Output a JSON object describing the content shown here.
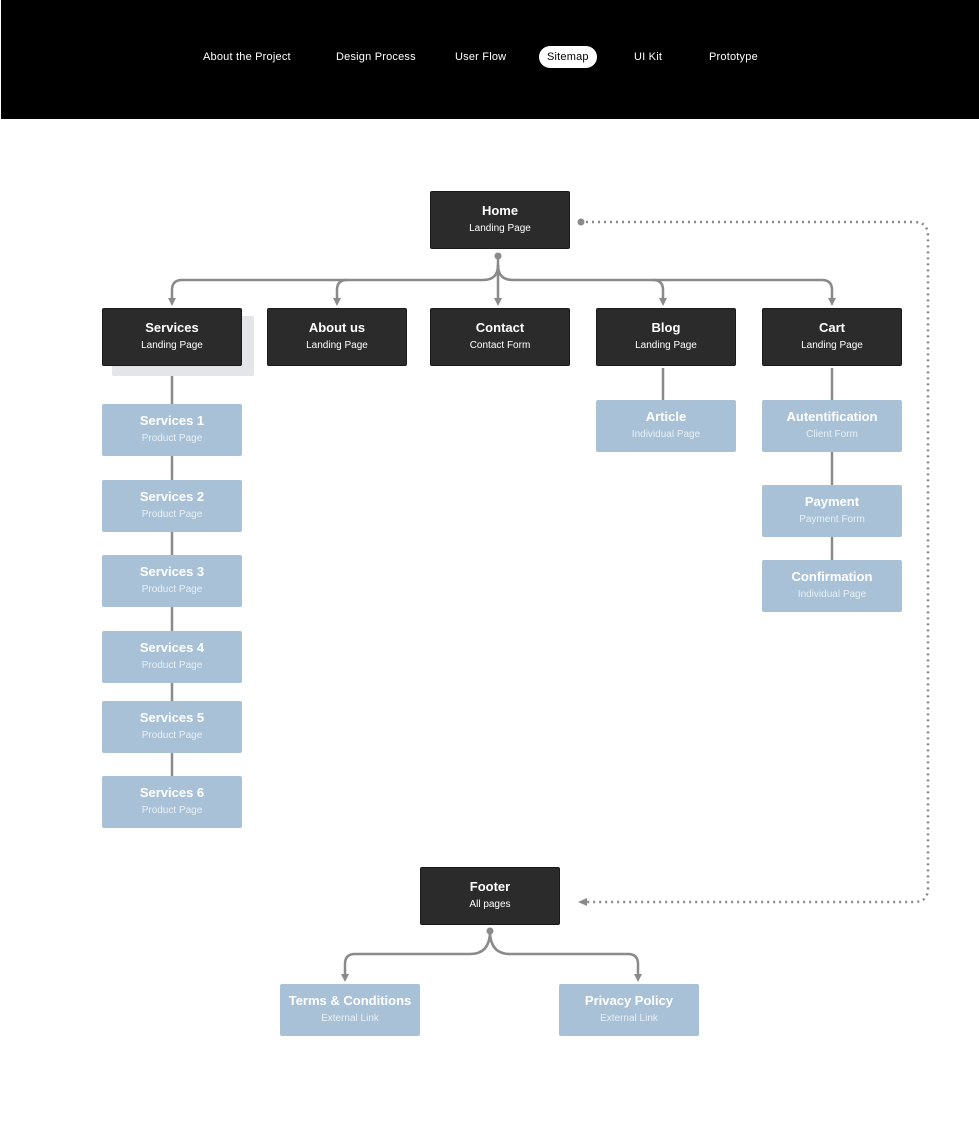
{
  "nav": {
    "items": [
      {
        "label": "About the Project"
      },
      {
        "label": "Design Process"
      },
      {
        "label": "User Flow"
      },
      {
        "label": "Sitemap"
      },
      {
        "label": "UI Kit"
      },
      {
        "label": "Prototype"
      }
    ],
    "active": "Sitemap"
  },
  "colors": {
    "topbar": "#000000",
    "node_dark": "#2b2b2b",
    "node_light": "#a8c1d7",
    "connector": "#8a8a8a"
  },
  "sitemap": {
    "home": {
      "title": "Home",
      "subtitle": "Landing Page"
    },
    "services": {
      "title": "Services",
      "subtitle": "Landing Page"
    },
    "about": {
      "title": "About us",
      "subtitle": "Landing Page"
    },
    "contact": {
      "title": "Contact",
      "subtitle": "Contact Form"
    },
    "blog": {
      "title": "Blog",
      "subtitle": "Landing Page"
    },
    "cart": {
      "title": "Cart",
      "subtitle": "Landing Page"
    },
    "services_pages": [
      {
        "title": "Services 1",
        "subtitle": "Product Page"
      },
      {
        "title": "Services 2",
        "subtitle": "Product Page"
      },
      {
        "title": "Services 3",
        "subtitle": "Product Page"
      },
      {
        "title": "Services 4",
        "subtitle": "Product Page"
      },
      {
        "title": "Services 5",
        "subtitle": "Product Page"
      },
      {
        "title": "Services 6",
        "subtitle": "Product Page"
      }
    ],
    "article": {
      "title": "Article",
      "subtitle": "Individual Page"
    },
    "cart_pages": [
      {
        "title": "Autentification",
        "subtitle": "Client Form"
      },
      {
        "title": "Payment",
        "subtitle": "Payment Form"
      },
      {
        "title": "Confirmation",
        "subtitle": "Individual Page"
      }
    ],
    "footer": {
      "title": "Footer",
      "subtitle": "All pages"
    },
    "terms": {
      "title": "Terms & Conditions",
      "subtitle": "External Link"
    },
    "privacy": {
      "title": "Privacy Policy",
      "subtitle": "External Link"
    }
  }
}
